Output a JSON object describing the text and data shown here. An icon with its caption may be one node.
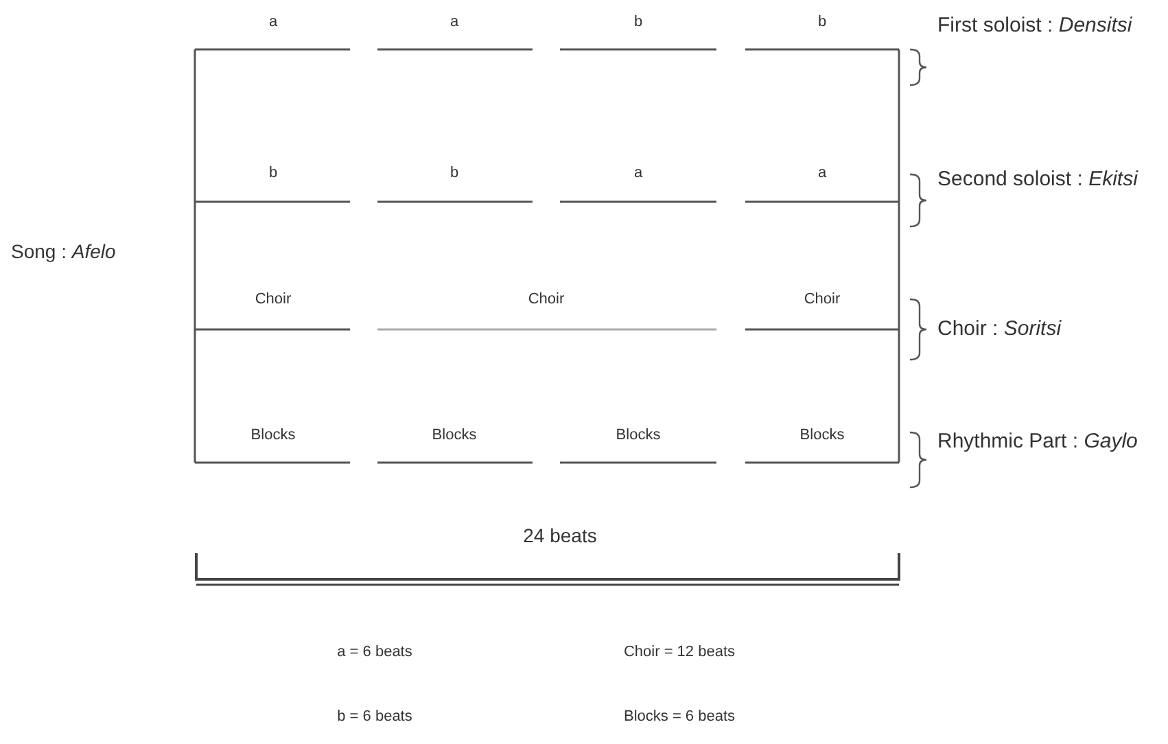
{
  "diagram": {
    "labels": [
      "a",
      "a",
      "b",
      "b",
      "First soloist : *Densitsi*",
      "b",
      "b",
      "a",
      "a",
      "Second soloist : *Ekitsi*",
      "Song : *Afelo*",
      "Choir",
      "Choir",
      "Choir",
      "Choir : *Soritsi*",
      "Blocks",
      "Blocks",
      "Blocks",
      "Blocks",
      "Rhythmic Part : *Gaylo*",
      "24 beats",
      "a = 6 beats",
      "Choir = 12 beats",
      "b = 6 beats",
      "Blocks = 6 beats"
    ]
  }
}
